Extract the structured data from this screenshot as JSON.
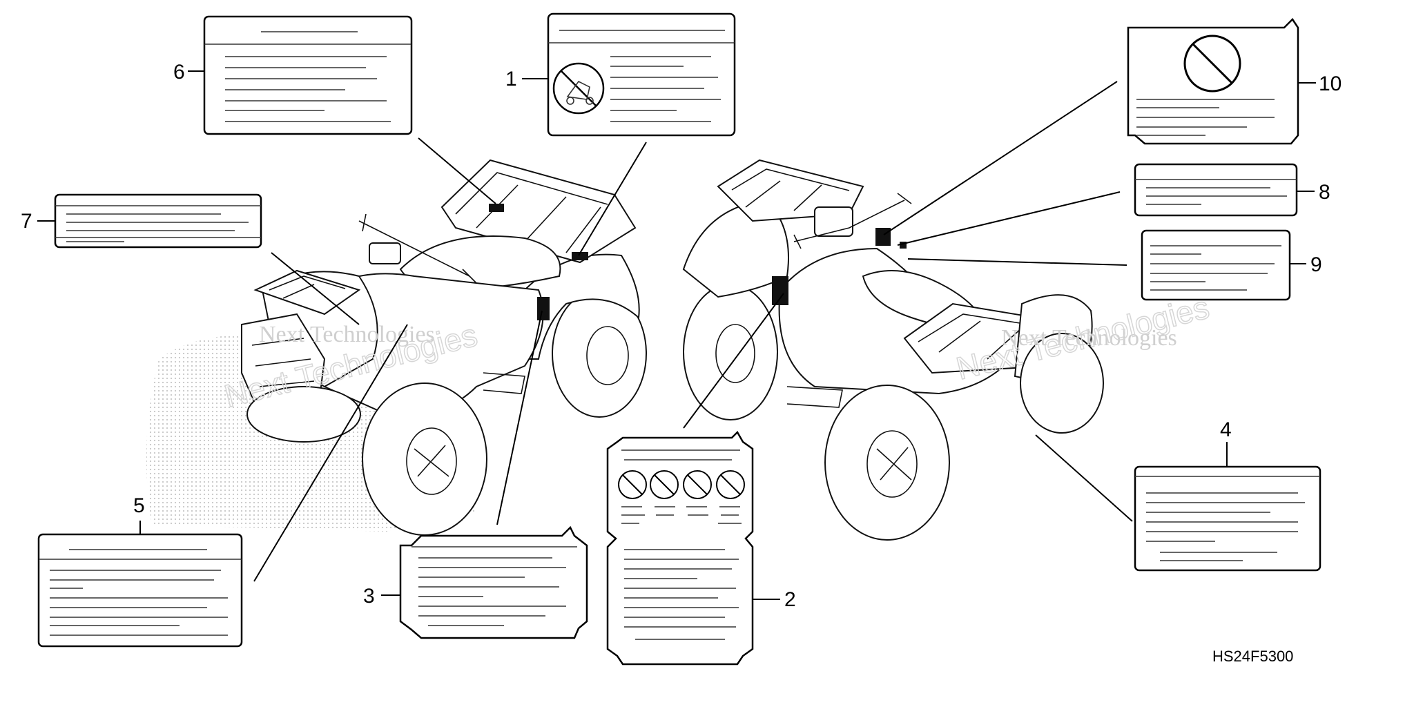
{
  "callouts": {
    "c1": "1",
    "c2": "2",
    "c3": "3",
    "c4": "4",
    "c5": "5",
    "c6": "6",
    "c7": "7",
    "c8": "8",
    "c9": "9",
    "c10": "10"
  },
  "diagram_code": "HS24F5300",
  "watermark": {
    "line1": "Next Technologies",
    "line2": "Next Technologies",
    "line3": "Next Technologies",
    "line4": "Next Technologies"
  },
  "icons": {
    "prohibition": "prohibition-icon",
    "no_passenger": "no-passenger-icon"
  },
  "colors": {
    "ink": "#000000",
    "background": "#ffffff",
    "watermark": "#cfcfcf"
  }
}
